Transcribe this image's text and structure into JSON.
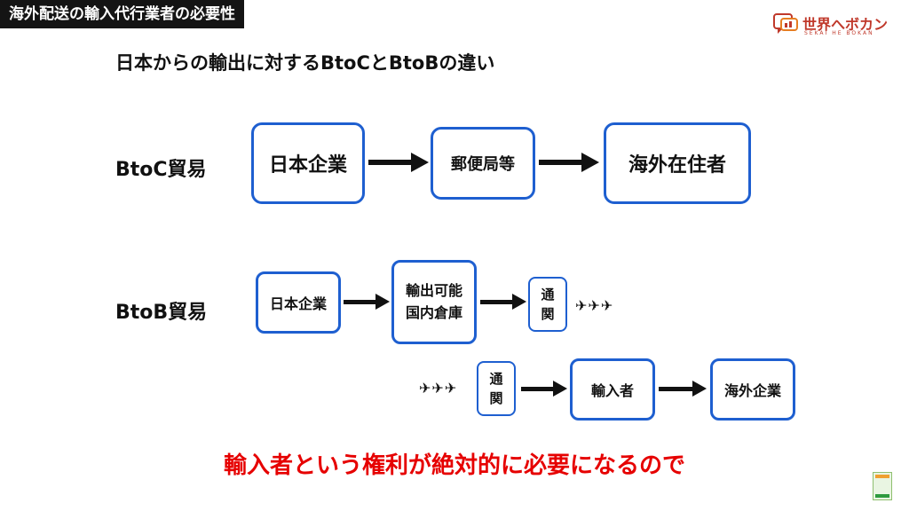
{
  "header": {
    "title": "海外配送の輸入代行業者の必要性"
  },
  "logo": {
    "name": "世界へボカン",
    "sub": "SEKAI HE BOKAN",
    "color": "#c0392b"
  },
  "subtitle": "日本からの輸出に対するBtoCとBtoBの違い",
  "btoc": {
    "label": "BtoC貿易",
    "nodes": [
      "日本企業",
      "郵便局等",
      "海外在住者"
    ]
  },
  "btob": {
    "label": "BtoB貿易",
    "node1": "日本企業",
    "node2": {
      "line1": "輸出可能",
      "line2": "国内倉庫"
    },
    "customs_export": {
      "line1": "通",
      "line2": "関"
    },
    "planes_out": "✈✈✈",
    "planes_in": "✈✈✈",
    "customs_import": {
      "line1": "通",
      "line2": "関"
    },
    "importer": "輸入者",
    "overseas": "海外企業"
  },
  "conclusion": "輸入者という権利が絶対的に必要になるので",
  "colors": {
    "box_border": "#1e5fd0",
    "conclusion": "#e60000",
    "header_bg": "#141414"
  }
}
